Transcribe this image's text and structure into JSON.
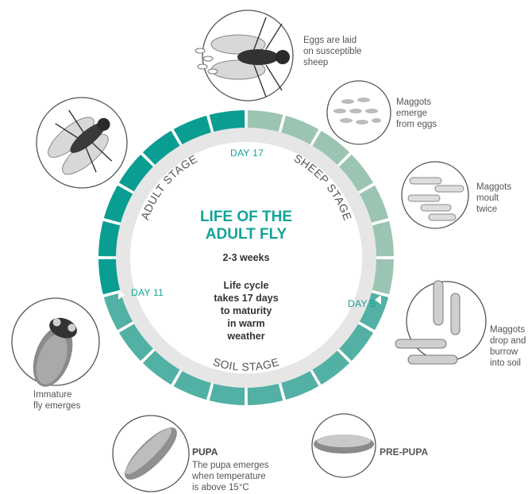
{
  "center": {
    "title_line1": "LIFE OF THE",
    "title_line2": "ADULT FLY",
    "duration": "2-3 weeks",
    "body": "Life cycle\ntakes 17 days\nto maturity\nin warm\nweather"
  },
  "days": {
    "day17": "DAY 17",
    "day5": "DAY 5",
    "day11": "DAY 11"
  },
  "stages": {
    "adult": "ADULT STAGE",
    "sheep": "SHEEP STAGE",
    "soil": "SOIL STAGE"
  },
  "captions": {
    "eggs": "Eggs are laid\non susceptible\nsheep",
    "maggots_emerge": "Maggots\nemerge\nfrom eggs",
    "maggots_moult": "Maggots\nmoult\ntwice",
    "maggots_drop": "Maggots\ndrop and\nburrow\ninto soil",
    "prepupa": "PRE-PUPA",
    "pupa_title": "PUPA",
    "pupa_desc": "The pupa emerges\nwhen temperature\nis above 15°C",
    "immature": "Immature\nfly emerges"
  },
  "colors": {
    "teal_dark": "#0a9d92",
    "teal_mid": "#52b0a4",
    "sage": "#9cc4b2",
    "inner_ring": "#e6e6e6",
    "accent_text": "#13a398"
  },
  "icons": [
    "adult-fly-icon",
    "eggs-fly-icon",
    "eggs-icon",
    "maggots-icon",
    "larvae-icon",
    "burrowing-maggots-icon",
    "prepupa-icon",
    "pupa-icon",
    "emerging-fly-icon"
  ]
}
